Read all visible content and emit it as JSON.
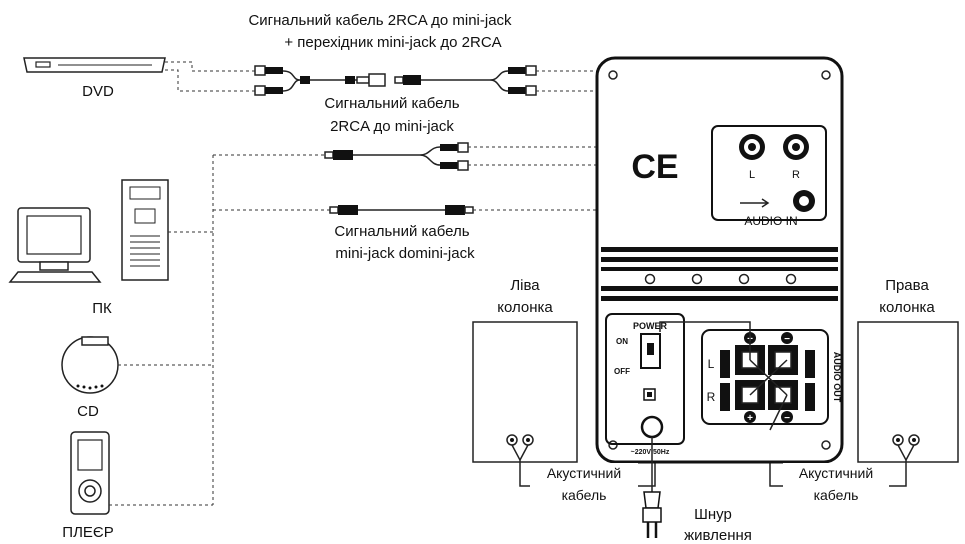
{
  "labels": {
    "cable_top_line1": "Сигнальний кабель 2RCA до mini-jack",
    "cable_top_line2": "+ перехідник mini-jack до 2RCA",
    "cable_mid_line1": "Сигнальний кабель",
    "cable_mid_line2": "2RCA до mini-jack",
    "cable_low_line1": "Сигнальний  кабель",
    "cable_low_line2": "mini-jack domini-jack",
    "dvd": "DVD",
    "pc": "ПК",
    "cd": "CD",
    "player": "ПЛЕЄР",
    "left_speaker_line1": "Ліва",
    "left_speaker_line2": "колонка",
    "right_speaker_line1": "Права",
    "right_speaker_line2": "колонка",
    "ac_cable_left_line1": "Акустичний",
    "ac_cable_left_line2": "кабель",
    "ac_cable_right_line1": "Акустичний",
    "ac_cable_right_line2": "кабель",
    "power_cord_line1": "Шнур",
    "power_cord_line2": "живлення"
  },
  "panel": {
    "ce_mark": "CE",
    "input_left": "L",
    "input_right": "R",
    "audio_in": "AUDIO IN",
    "power": "POWER",
    "on": "ON",
    "off": "OFF",
    "voltage": "~220V 50Hz",
    "out_left": "L",
    "out_right": "R",
    "audio_out": "AUDIO OUT",
    "plus": "+",
    "minus": "−"
  }
}
